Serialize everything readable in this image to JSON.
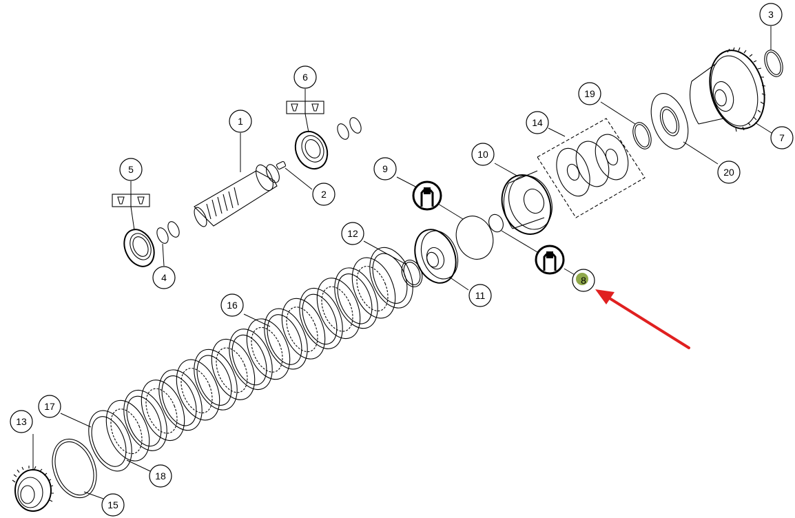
{
  "diagram": {
    "callouts": [
      {
        "id": "c1",
        "label": "1"
      },
      {
        "id": "c2",
        "label": "2"
      },
      {
        "id": "c3",
        "label": "3"
      },
      {
        "id": "c4",
        "label": "4"
      },
      {
        "id": "c5",
        "label": "5"
      },
      {
        "id": "c6",
        "label": "6"
      },
      {
        "id": "c7",
        "label": "7"
      },
      {
        "id": "c8",
        "label": "8",
        "highlighted": true
      },
      {
        "id": "c9",
        "label": "9"
      },
      {
        "id": "c10",
        "label": "10"
      },
      {
        "id": "c11",
        "label": "11"
      },
      {
        "id": "c12",
        "label": "12"
      },
      {
        "id": "c13",
        "label": "13"
      },
      {
        "id": "c14",
        "label": "14"
      },
      {
        "id": "c15",
        "label": "15"
      },
      {
        "id": "c16",
        "label": "16"
      },
      {
        "id": "c17",
        "label": "17"
      },
      {
        "id": "c18",
        "label": "18"
      },
      {
        "id": "c19",
        "label": "19"
      },
      {
        "id": "c20",
        "label": "20"
      }
    ],
    "colors": {
      "line": "#000000",
      "highlight": "#8fa84a",
      "arrow": "#e02020"
    }
  }
}
